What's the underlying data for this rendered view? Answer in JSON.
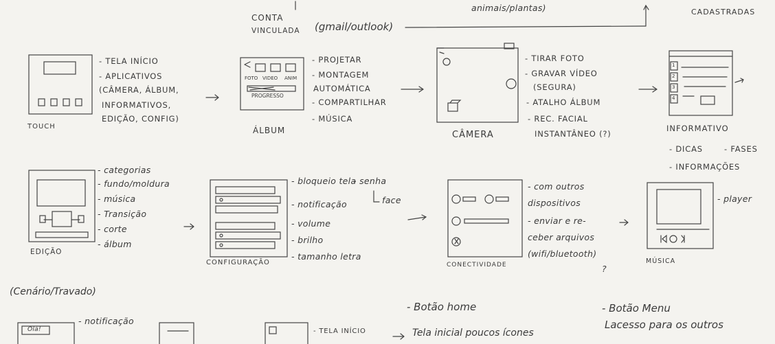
{
  "top": {
    "conta": "CONTA",
    "vinculada": "VINCULADA",
    "gmail": "(gmail/outlook)",
    "animais": "animais/plantas)",
    "cadastradas": "CADASTRADAS"
  },
  "touch": {
    "caption": "TOUCH",
    "lines": [
      "- TELA INÍCIO",
      "- APLICATIVOS",
      "(CÂMERA, ÁLBUM,",
      "INFORMATIVOS,",
      "EDIÇÃO, CONFIG)"
    ]
  },
  "album": {
    "caption": "ÁLBUM",
    "labels": [
      "FOTO",
      "VIDEO",
      "ANIM",
      "PROGRESSO"
    ],
    "lines": [
      "- PROJETAR",
      "- MONTAGEM",
      "AUTOMÁTICA",
      "- COMPARTILHAR",
      "- MÚSICA"
    ]
  },
  "camera": {
    "caption": "CÂMERA",
    "lines": [
      "- TIRAR FOTO",
      "- GRAVAR VÍDEO",
      "(SEGURA)",
      "- ATALHO ÁLBUM",
      "- REC. FACIAL",
      "INSTANTÂNEO (?)"
    ]
  },
  "informativo": {
    "caption": "INFORMATIVO",
    "tabs": [
      "1",
      "2",
      "3",
      "4"
    ],
    "lines": [
      "- DICAS",
      "- FASES",
      "- INFORMAÇÕES"
    ]
  },
  "edicao": {
    "caption": "EDIÇÃO",
    "lines": [
      "- categorias",
      "- fundo/moldura",
      "- música",
      "- Transição",
      "- corte",
      "- álbum"
    ]
  },
  "configuracao": {
    "caption": "CONFIGURAÇÃO",
    "lines": [
      "- bloqueio tela",
      "- notificação",
      "- volume",
      "- brilho",
      "- tamanho letra"
    ],
    "senha": "- senha",
    "face": "face"
  },
  "conectividade": {
    "caption": "CONECTIVIDADE",
    "lines": [
      "- com outros",
      "dispositivos",
      "- enviar e re-",
      "ceber arquivos",
      "(wifi/bluetooth)",
      "?"
    ]
  },
  "musica": {
    "caption": "MÚSICA",
    "player": "- player"
  },
  "cenario": "(Cenário/Travado)",
  "bottom": {
    "ola": "Olá!",
    "notificacao": "- notificação",
    "tela_inicio": "- TELA INÍCIO",
    "tela_inicial": "Tela inicial poucos ícones",
    "botao_home": "- Botão home",
    "botao_menu": "- Botão Menu",
    "acesso": "Lacesso para os outros"
  },
  "colors": {
    "ink": "#3b3b3b",
    "paper": "#f4f3ef"
  }
}
